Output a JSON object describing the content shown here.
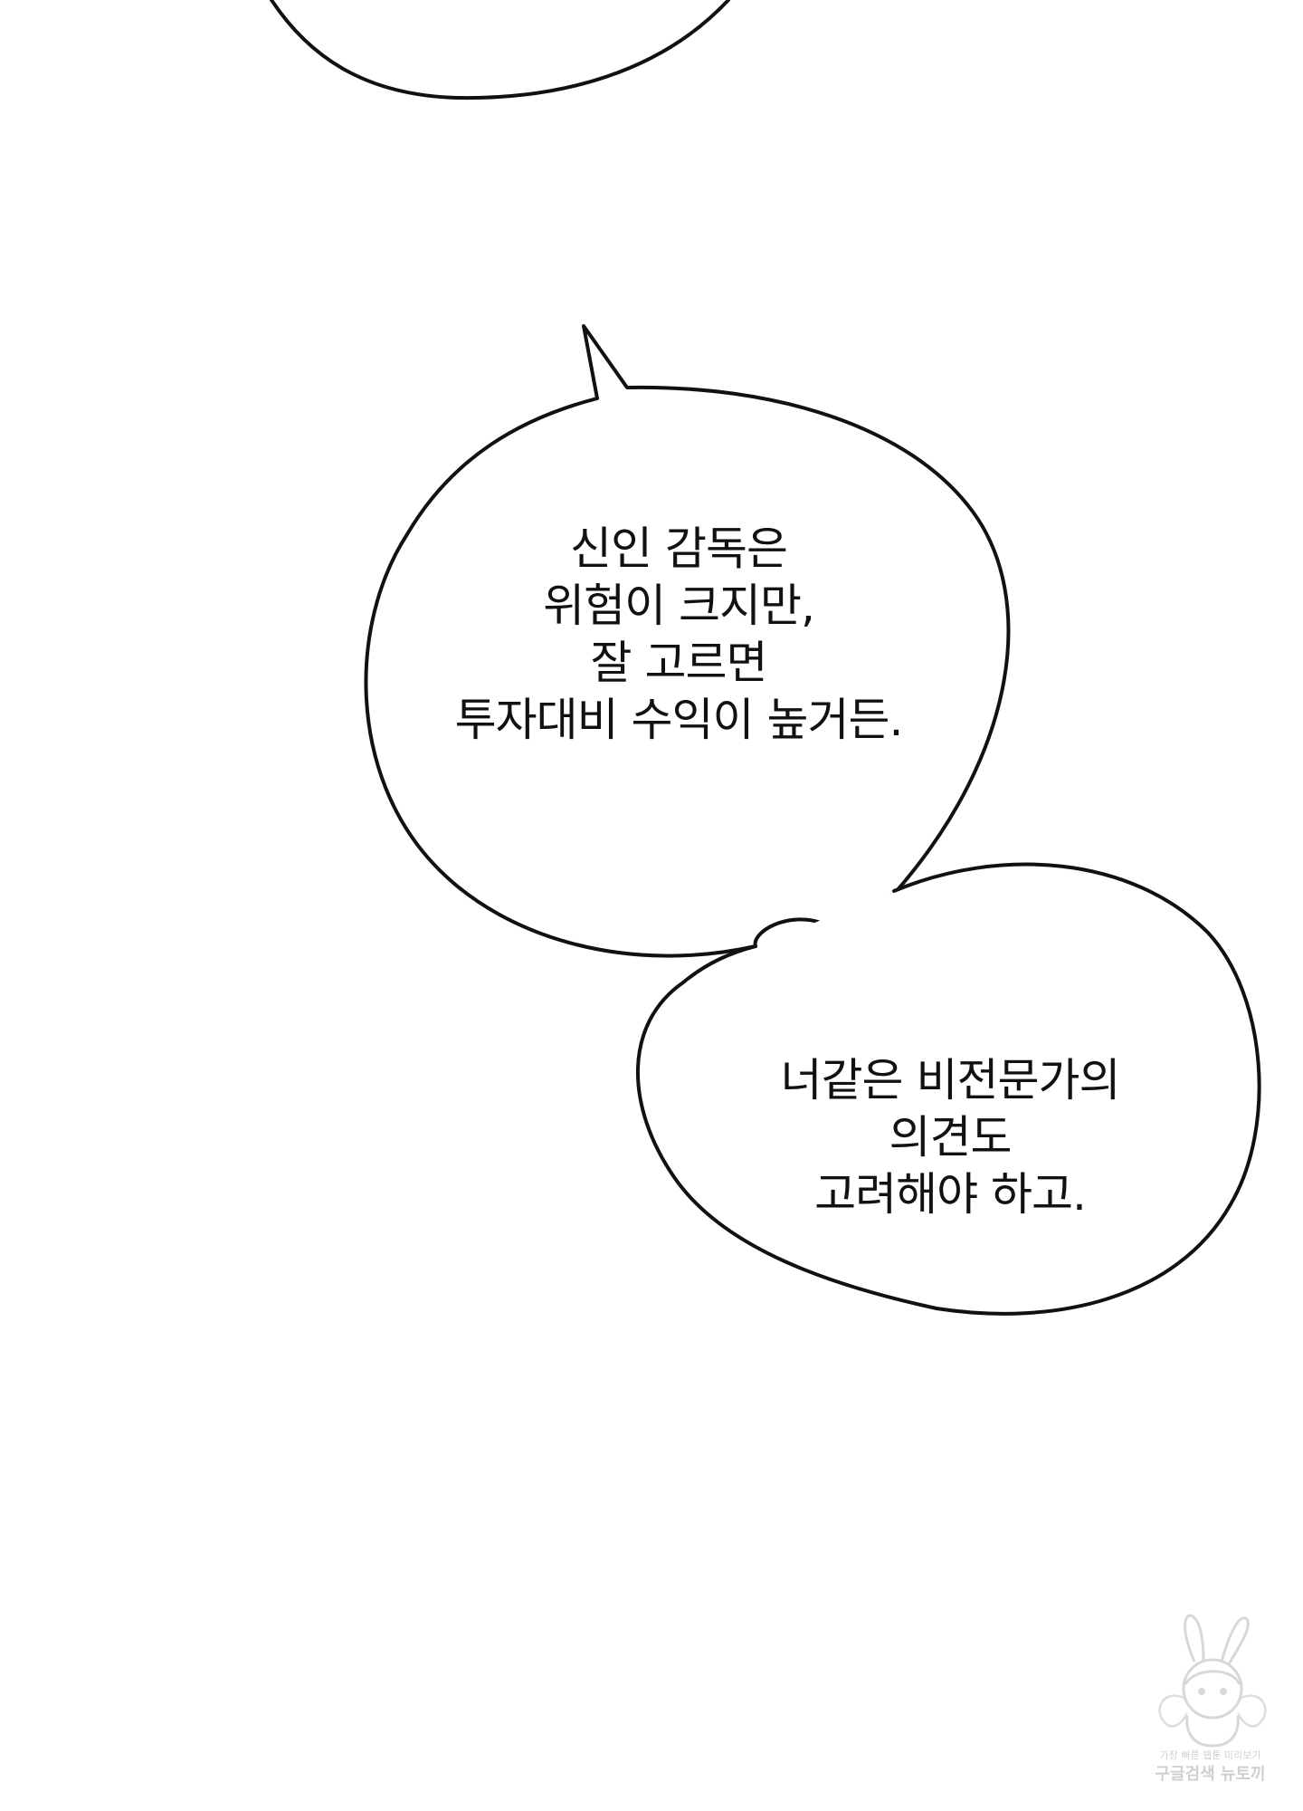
{
  "bubbles": [
    {
      "lines": [
        "신인 감독은",
        "위험이 크지만,",
        "잘 고르면",
        "투자대비 수익이 높거든."
      ]
    },
    {
      "lines": [
        "너같은 비전문가의",
        "의견도",
        "고려해야 하고."
      ]
    }
  ],
  "watermark": {
    "line1": "가장 빠른 웹툰 미리보기",
    "line2": "구글검색 뉴토끼",
    "icon": "rabbit-girl-logo"
  },
  "colors": {
    "background": "#ffffff",
    "ink": "#111111"
  }
}
